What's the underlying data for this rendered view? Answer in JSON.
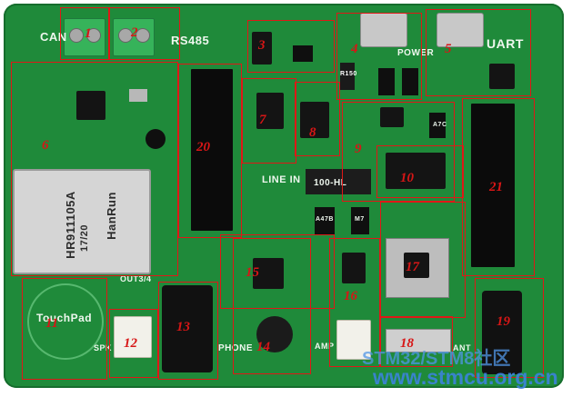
{
  "silkscreen": {
    "can": "CAN",
    "rs485": "RS485",
    "power": "POWER",
    "uart": "UART",
    "line_in": "LINE IN",
    "out": "OUT3/4",
    "phone": "PHONE",
    "amp": "AMP",
    "touchpad": "TouchPad",
    "spk": "SPK",
    "ant": "ANT",
    "rj45_brand": "HanRun",
    "rj45_part": "HR911105A",
    "rj45_date": "17/20",
    "inductor": "100-HL",
    "diode_left": "A47B",
    "diode_right": "M7",
    "regulator": "A7C",
    "resistor": "R150"
  },
  "labels": [
    "1",
    "2",
    "3",
    "4",
    "5",
    "6",
    "7",
    "8",
    "9",
    "10",
    "11",
    "12",
    "13",
    "14",
    "15",
    "16",
    "17",
    "18",
    "19",
    "20",
    "21"
  ],
  "watermark": {
    "site_top": "STM32/STM8社区",
    "site_bottom": "www.stmcu.org.cn"
  },
  "colors": {
    "board": "#1f8a3a",
    "annotation": "#e01717",
    "silkscreen": "#eef7ee"
  }
}
